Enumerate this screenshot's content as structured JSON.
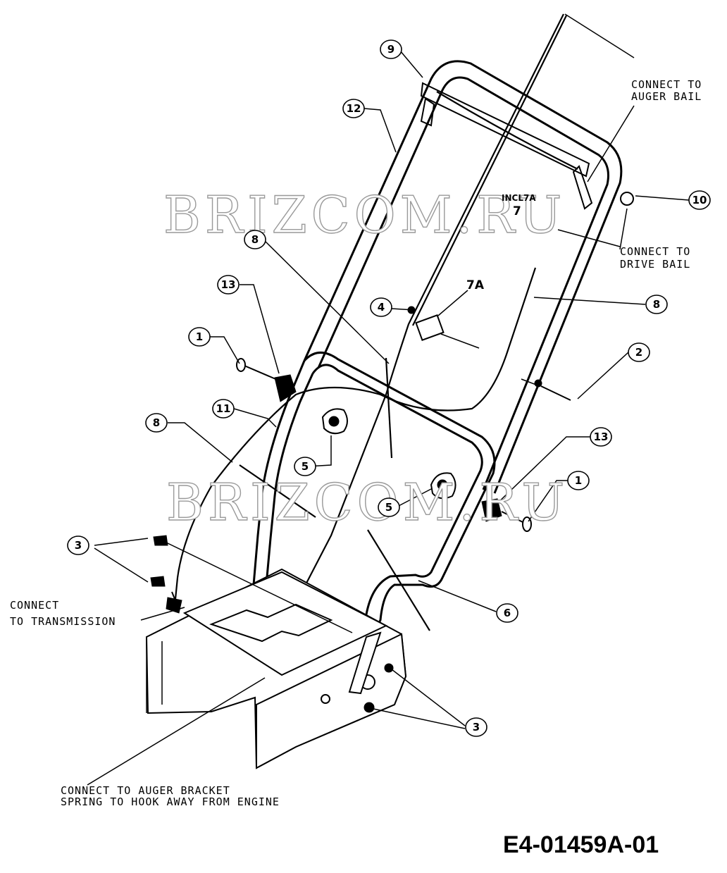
{
  "callouts": [
    {
      "id": "c9",
      "label": "9"
    },
    {
      "id": "c12",
      "label": "12"
    },
    {
      "id": "c10",
      "label": "10"
    },
    {
      "id": "c8a",
      "label": "8"
    },
    {
      "id": "c8b",
      "label": "8"
    },
    {
      "id": "c8c",
      "label": "8"
    },
    {
      "id": "c4",
      "label": "4"
    },
    {
      "id": "c13a",
      "label": "13"
    },
    {
      "id": "c13b",
      "label": "13"
    },
    {
      "id": "c1a",
      "label": "1"
    },
    {
      "id": "c1b",
      "label": "1"
    },
    {
      "id": "c2",
      "label": "2"
    },
    {
      "id": "c11",
      "label": "11"
    },
    {
      "id": "c5a",
      "label": "5"
    },
    {
      "id": "c5b",
      "label": "5"
    },
    {
      "id": "c3a",
      "label": "3"
    },
    {
      "id": "c3b",
      "label": "3"
    },
    {
      "id": "c6",
      "label": "6"
    }
  ],
  "labels": {
    "incl7a": "INCL7A",
    "num7": "7",
    "num7a": "7A"
  },
  "notes": {
    "auger_bail_1": "CONNECT TO",
    "auger_bail_2": "AUGER BAIL",
    "drive_bail_1": "CONNECT TO",
    "drive_bail_2": "DRIVE BAIL",
    "transmission_1": "CONNECT",
    "transmission_2": "TO TRANSMISSION",
    "auger_bracket_1": "CONNECT TO AUGER BRACKET",
    "auger_bracket_2": "SPRING TO HOOK AWAY FROM ENGINE"
  },
  "watermark": "BRIZCOM.RU",
  "part_code": "E4-01459A-01"
}
